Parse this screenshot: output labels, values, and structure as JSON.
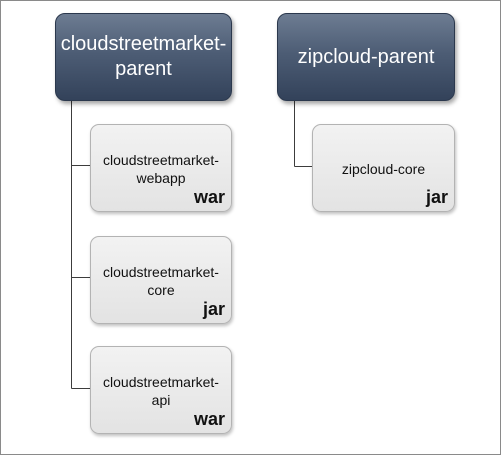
{
  "parents": [
    {
      "name": "cloudstreetmarket-\nparent",
      "children": [
        {
          "name": "cloudstreetmarket-\nwebapp",
          "type": "war"
        },
        {
          "name": "cloudstreetmarket-\ncore",
          "type": "jar"
        },
        {
          "name": "cloudstreetmarket-\napi",
          "type": "war"
        }
      ]
    },
    {
      "name": "zipcloud-parent",
      "children": [
        {
          "name": "zipcloud-core",
          "type": "jar"
        }
      ]
    }
  ]
}
